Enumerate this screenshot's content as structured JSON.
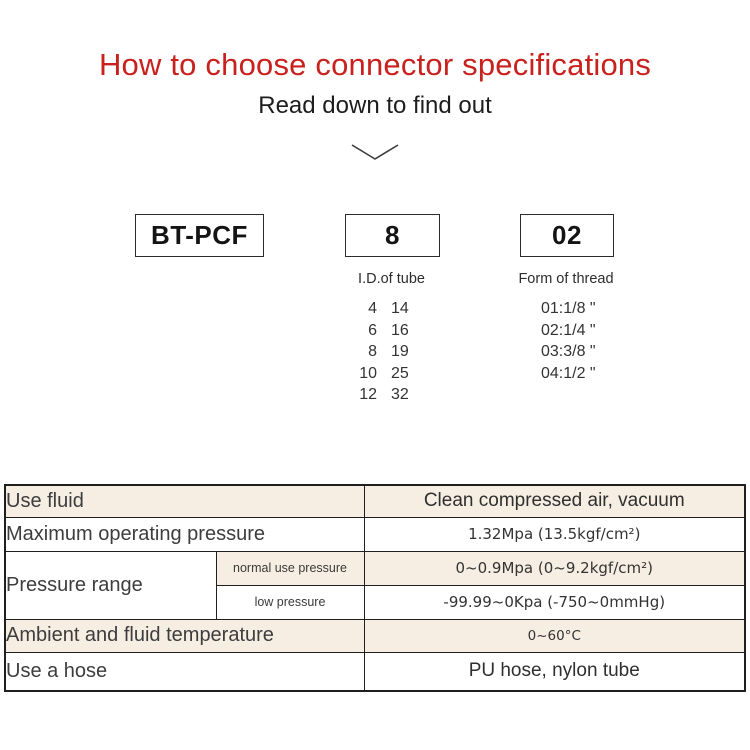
{
  "header": {
    "title": "How to choose connector specifications",
    "subtitle": "Read down to find out"
  },
  "model_code": {
    "series": "BT-PCF",
    "tube_size": "8",
    "thread_code": "02",
    "tube_size_label": "I.D.of tube",
    "thread_label": "Form of thread",
    "tube_sizes": [
      [
        "4",
        "14"
      ],
      [
        "6",
        "16"
      ],
      [
        "8",
        "19"
      ],
      [
        "10",
        "25"
      ],
      [
        "12",
        "32"
      ]
    ],
    "thread_options": [
      "01:1/8 \"",
      "02:1/4 \"",
      "03:3/8 \"",
      "04:1/2 \""
    ]
  },
  "spec_table": {
    "use_fluid": {
      "label": "Use fluid",
      "value": "Clean compressed air, vacuum"
    },
    "max_pressure": {
      "label": "Maximum operating pressure",
      "value": "1.32Mpa (13.5kgf/cm²)"
    },
    "pressure_range": {
      "label": "Pressure range",
      "normal": {
        "label": "normal use pressure",
        "value": "0~0.9Mpa (0~9.2kgf/cm²)"
      },
      "low": {
        "label": "low pressure",
        "value": "-99.99~0Kpa (-750~0mmHg)"
      }
    },
    "temperature": {
      "label": "Ambient and fluid temperature",
      "value": "0~60°C"
    },
    "hose": {
      "label": "Use a hose",
      "value": "PU hose, nylon tube"
    }
  },
  "colors": {
    "title_red": "#c9211e",
    "row_cream": "#f6eee2",
    "table_border": "#1f1f1f"
  }
}
